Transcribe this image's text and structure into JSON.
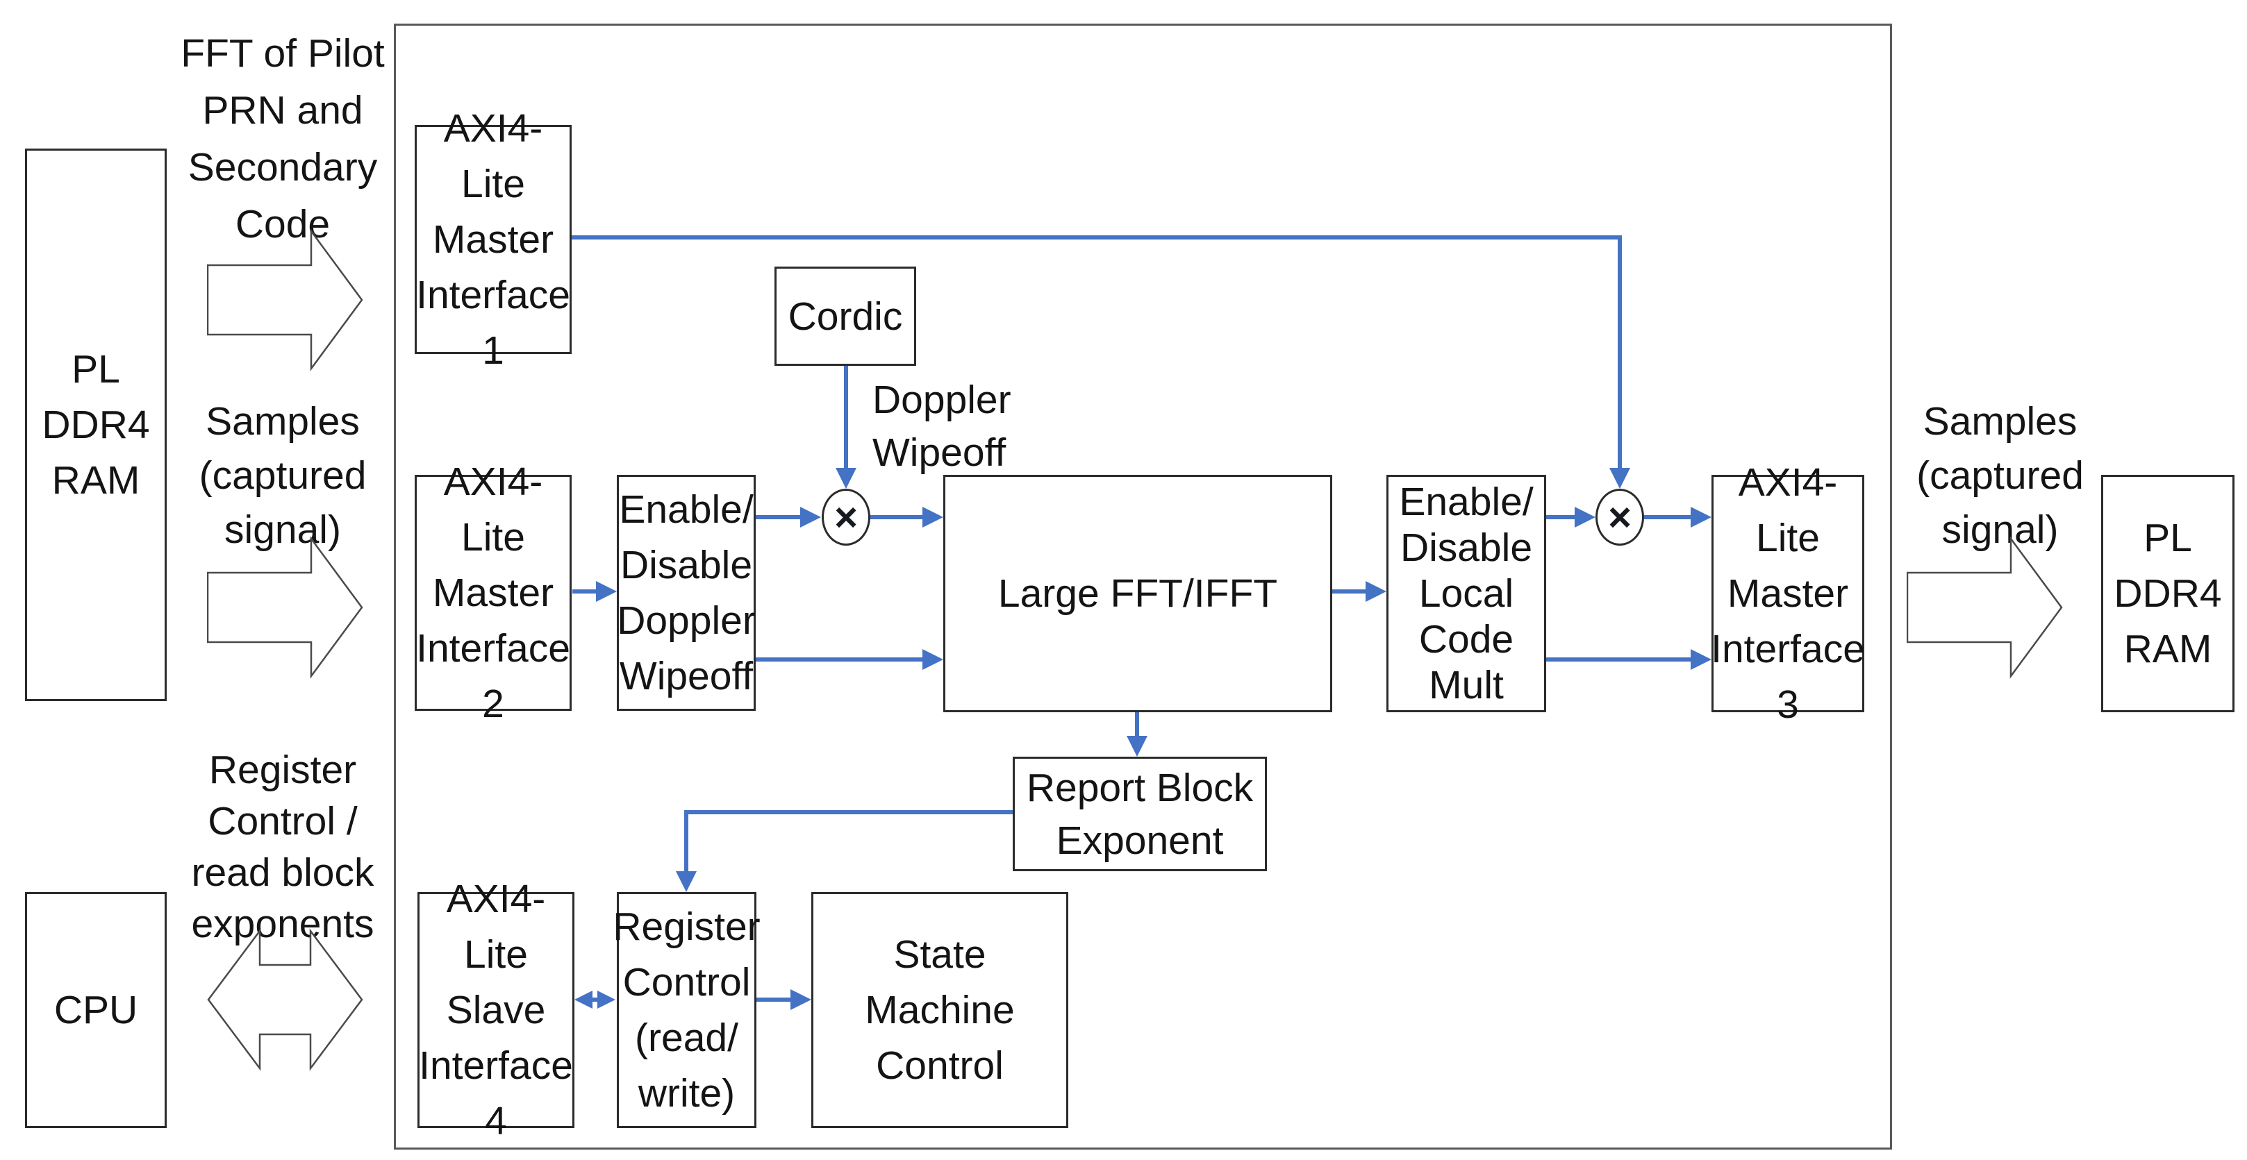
{
  "diagram": {
    "colors": {
      "connector_blue": "#4472C4",
      "block_border": "#2b2b2b",
      "outer_border": "#595959",
      "background": "#ffffff",
      "text": "#141414"
    },
    "multiply_symbol": "×",
    "external": {
      "pl_ddr4_left": "PL\nDDR4\nRAM",
      "cpu": "CPU",
      "pl_ddr4_right": "PL\nDDR4\nRAM"
    },
    "flow_labels": {
      "fft_pilot": "FFT of Pilot\nPRN and\nSecondary\nCode",
      "samples_left": "Samples\n(captured\nsignal)",
      "register_control": "Register\nControl /\nread block\nexponents",
      "samples_right": "Samples\n(captured\nsignal)",
      "doppler_wipeoff": "Doppler\nWipeoff"
    },
    "blocks": {
      "axi4_master_1": "AXI4-Lite\nMaster\nInterface\n1",
      "cordic": "Cordic",
      "axi4_master_2": "AXI4-Lite\nMaster\nInterface\n2",
      "enable_disable_doppler": "Enable/\nDisable\nDoppler\nWipeoff",
      "large_fft": "Large FFT/IFFT",
      "enable_disable_local": "Enable/\nDisable\nLocal\nCode\nMult",
      "axi4_master_3": "AXI4-Lite\nMaster\nInterface\n3",
      "report_block_exponent": "Report Block\nExponent",
      "axi4_slave_4": "AXI4-Lite\nSlave\nInterface\n4",
      "register_control_rw": "Register\nControl\n(read/\nwrite)",
      "state_machine": "State Machine\nControl"
    }
  }
}
